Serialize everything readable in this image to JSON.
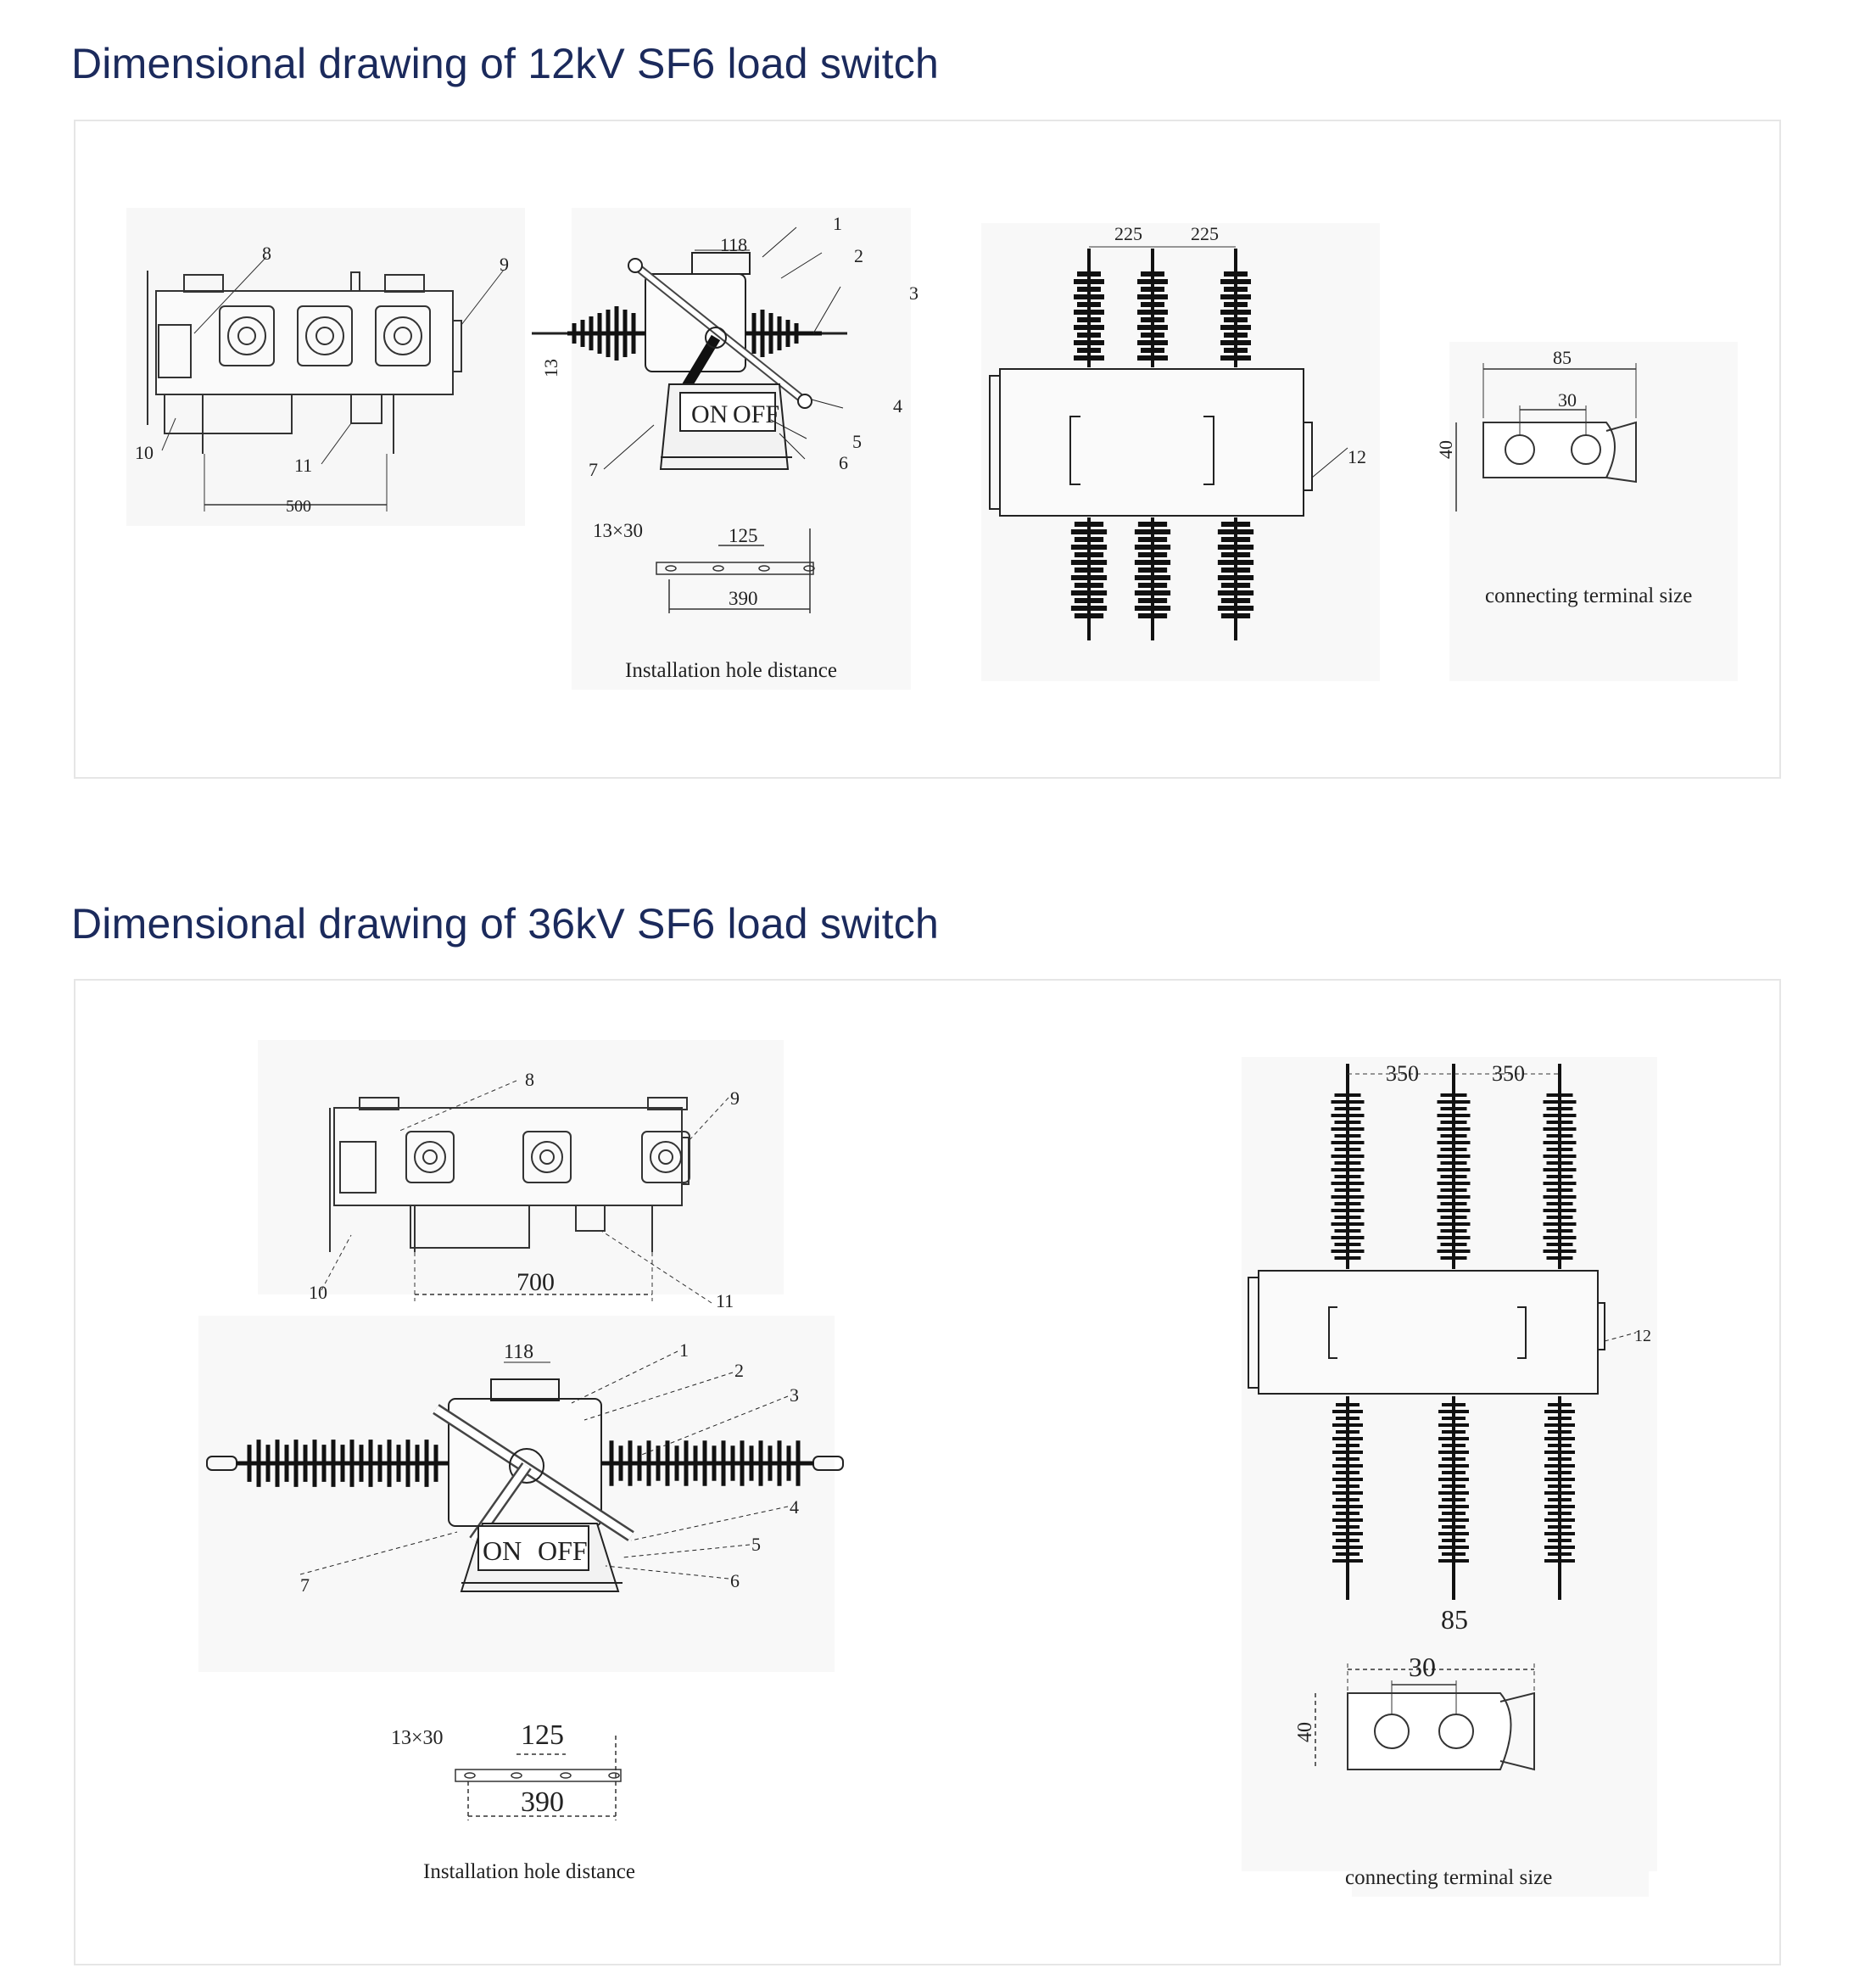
{
  "sections": [
    {
      "title": "Dimensional drawing of 12kV SF6 load switch",
      "top_view": {
        "callouts": [
          "8",
          "9",
          "10",
          "11"
        ],
        "dim_width": "500"
      },
      "side_view": {
        "dim_top": "118",
        "dim_side": "13",
        "label_on": "ON",
        "label_off": "OFF",
        "callouts": [
          "1",
          "2",
          "3",
          "4",
          "5",
          "6",
          "7"
        ]
      },
      "install": {
        "hole": "13×30",
        "spacing": "125",
        "length": "390",
        "caption": "Installation hole distance"
      },
      "plan_view": {
        "spacing_a": "225",
        "spacing_b": "225",
        "callout": "12"
      },
      "terminal": {
        "width": "85",
        "hole_spacing": "30",
        "height": "40",
        "caption": "connecting terminal size"
      }
    },
    {
      "title": "Dimensional drawing of 36kV SF6 load switch",
      "top_view": {
        "callouts": [
          "8",
          "9",
          "10",
          "11"
        ],
        "dim_width": "700"
      },
      "side_view": {
        "dim_top": "118",
        "label_on": "ON",
        "label_off": "OFF",
        "callouts": [
          "1",
          "2",
          "3",
          "4",
          "5",
          "6",
          "7"
        ]
      },
      "install": {
        "hole": "13×30",
        "spacing": "125",
        "length": "390",
        "caption": "Installation hole distance"
      },
      "plan_view": {
        "spacing_a": "350",
        "spacing_b": "350",
        "callout": "12"
      },
      "terminal": {
        "width": "85",
        "hole_spacing": "30",
        "height": "40",
        "caption": "connecting terminal size"
      }
    }
  ],
  "colors": {
    "title": "#1b2a5c",
    "line": "#333333",
    "insulator": "#111111",
    "frame_border": "#e6e6e6"
  }
}
